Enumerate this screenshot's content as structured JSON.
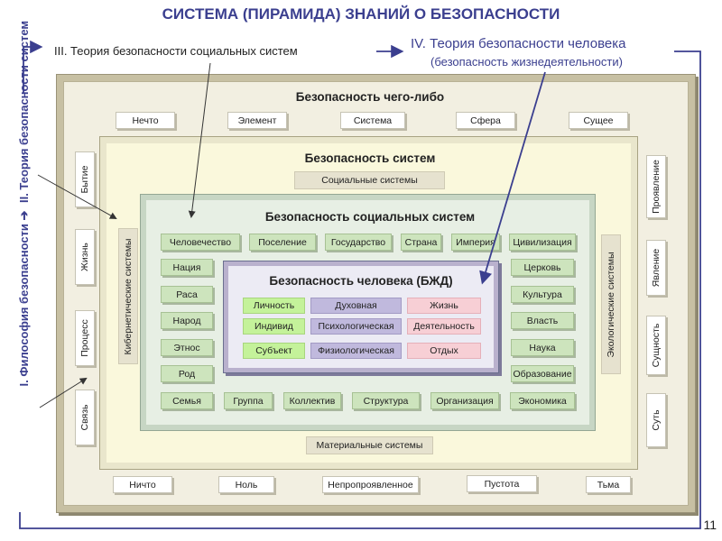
{
  "title": "СИСТЕМА (ПИРАМИДА) ЗНАНИЙ О БЕЗОПАСНОСТИ",
  "theory3": "III. Теория безопасности социальных систем",
  "theory4": "IV. Теория безопасности человека",
  "theory4_sub": "(безопасность жизнедеятельности)",
  "theory1": "I. Философия безопасности",
  "theory2": "II. Теория безопасности систем",
  "level1": {
    "title": "Безопасность чего-либо",
    "top": [
      "Нечто",
      "Элемент",
      "Система",
      "Сфера",
      "Сущее"
    ],
    "bottom": [
      "Ничто",
      "Ноль",
      "Непропроявленное",
      "Пустота",
      "Тьма"
    ],
    "left": [
      "Бытие",
      "Жизнь",
      "Процесс",
      "Связь"
    ],
    "right": [
      "Проявление",
      "Явление",
      "Сущность",
      "Суть"
    ]
  },
  "level2": {
    "title": "Безопасность систем",
    "social": "Социальные системы",
    "material": "Материальные системы",
    "cyber": "Кибернетические системы",
    "eco": "Экологические системы"
  },
  "level3": {
    "title": "Безопасность социальных систем",
    "top": [
      "Человечество",
      "Поселение",
      "Государство",
      "Страна",
      "Империя",
      "Цивилизация"
    ],
    "left": [
      "Нация",
      "Раса",
      "Народ",
      "Этнос",
      "Род"
    ],
    "right": [
      "Церковь",
      "Культура",
      "Власть",
      "Наука",
      "Образование"
    ],
    "bottom": [
      "Семья",
      "Группа",
      "Коллектив",
      "Структура",
      "Организация",
      "Экономика"
    ]
  },
  "level4": {
    "title": "Безопасность человека (БЖД)",
    "col1": [
      "Личность",
      "Индивид",
      "Субъект"
    ],
    "col2": [
      "Духовная",
      "Психологическая",
      "Физиологическая"
    ],
    "col3": [
      "Жизнь",
      "Деятельность",
      "Отдых"
    ]
  },
  "page_number": "11",
  "colors": {
    "accent": "#3b3f8f"
  }
}
